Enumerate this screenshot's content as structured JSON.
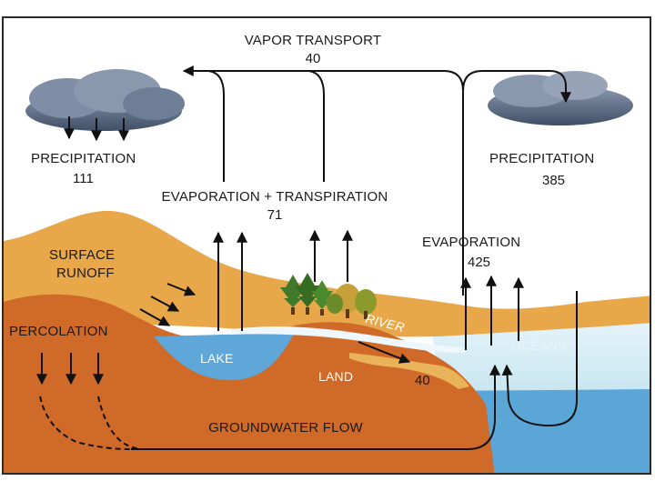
{
  "labels": {
    "vapor_transport": {
      "name": "VAPOR TRANSPORT",
      "value": "40"
    },
    "precip_left": {
      "name": "PRECIPITATION",
      "value": "111"
    },
    "precip_right": {
      "name": "PRECIPITATION",
      "value": "385"
    },
    "evapotranspiration": {
      "name": "EVAPORATION + TRANSPIRATION",
      "value": "71"
    },
    "evaporation": {
      "name": "EVAPORATION",
      "value": "425"
    },
    "surface_runoff": {
      "line1": "SURFACE",
      "line2": "RUNOFF"
    },
    "percolation": "PERCOLATION",
    "lake": "LAKE",
    "river": "RIVER",
    "land": "LAND",
    "river_value": "40",
    "oceans": "OCEANS",
    "groundwater_flow": "GROUNDWATER FLOW"
  },
  "colors": {
    "cloud": "#5d6f87",
    "mountain_light": "#e8a84a",
    "land": "#cf6a28",
    "coastal_band": "#e9b35a",
    "lake": "#5ea7d8",
    "ocean_light": "#dbeef5",
    "ocean_deep": "#5aa6d6",
    "arrow": "#111111"
  }
}
